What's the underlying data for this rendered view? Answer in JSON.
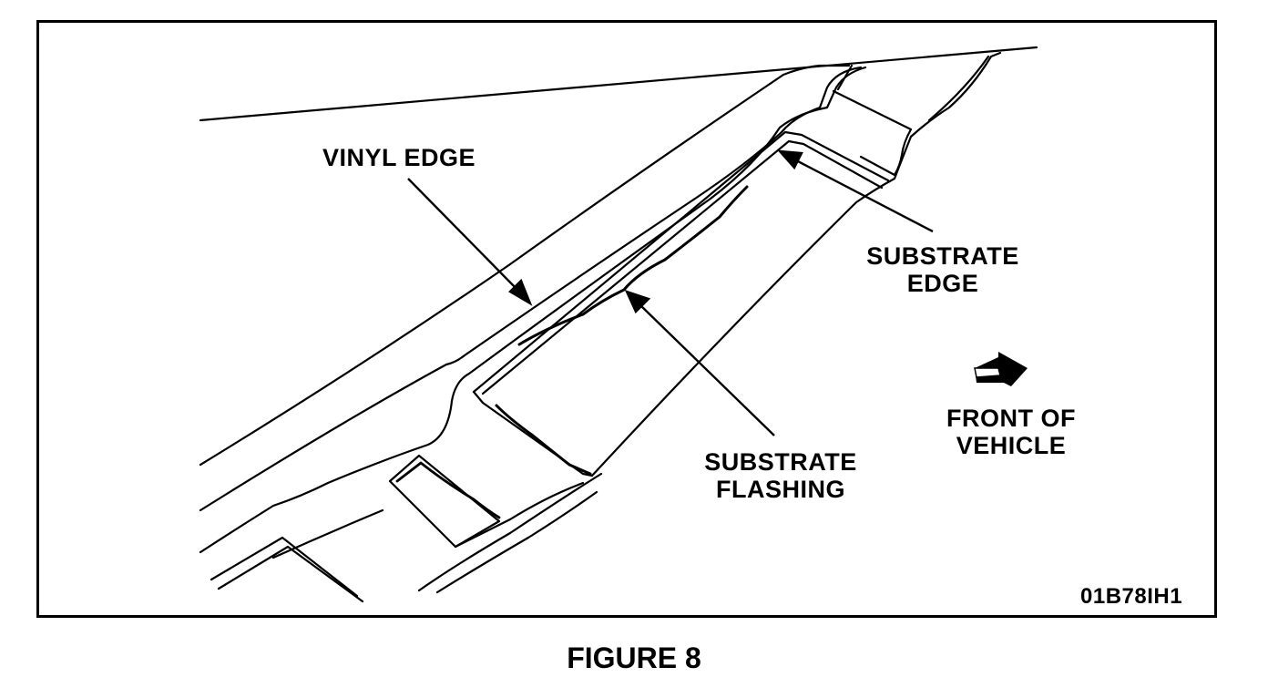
{
  "labels": {
    "vinyl_edge": "VINYL  EDGE",
    "substrate_edge_line1": "SUBSTRATE",
    "substrate_edge_line2": "EDGE",
    "substrate_flashing_line1": "SUBSTRATE",
    "substrate_flashing_line2": "FLASHING",
    "front_of_vehicle_line1": "FRONT  OF",
    "front_of_vehicle_line2": "VEHICLE"
  },
  "figure_code": "01B78IH1",
  "caption": "FIGURE 8"
}
